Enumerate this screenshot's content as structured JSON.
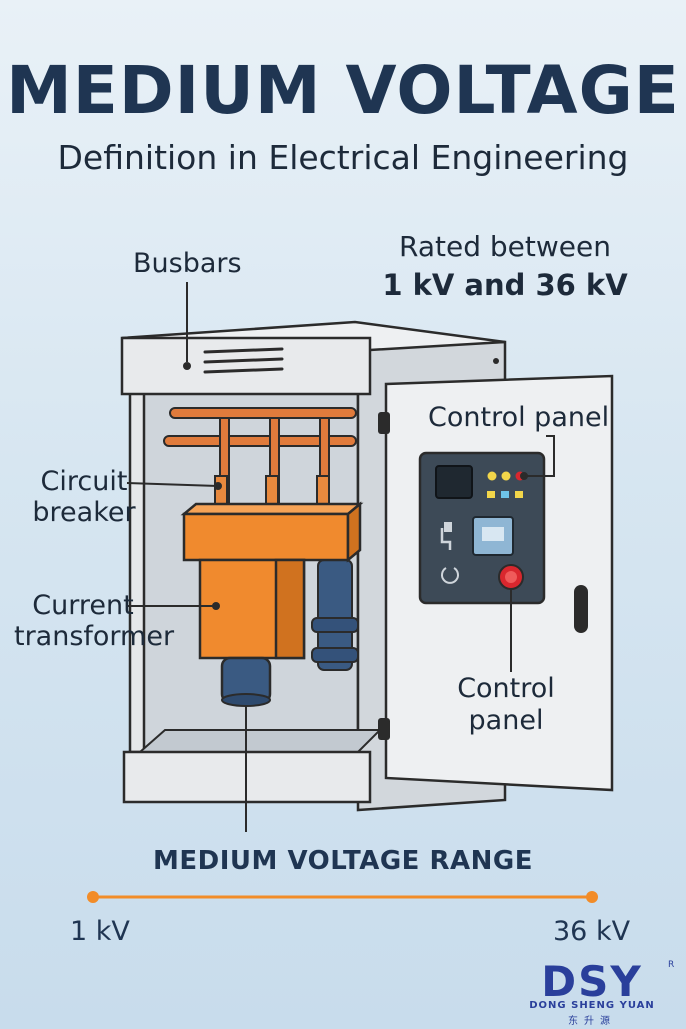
{
  "header": {
    "title": "MEDIUM VOLTAGE",
    "subtitle": "Definition in Electrical Engineering"
  },
  "labels": {
    "busbars": "Busbars",
    "rated_line1": "Rated between",
    "rated_line2": "1 kV and 36 kV",
    "circuit_breaker_line1": "Circuit",
    "circuit_breaker_line2": "breaker",
    "current_transformer_line1": "Current",
    "current_transformer_line2": "transformer",
    "control_panel_top": "Control panel",
    "control_panel_bottom_line1": "Control",
    "control_panel_bottom_line2": "panel"
  },
  "range": {
    "title": "MEDIUM VOLTAGE RANGE",
    "min_label": "1 kV",
    "max_label": "36 kV"
  },
  "logo": {
    "mark_left": "DSY",
    "name": "DONG SHENG YUAN",
    "chinese": "东升源",
    "reg": "R"
  },
  "colors": {
    "title": "#1f3552",
    "cabinet": "#e6e8ea",
    "copper": "#e07b3c",
    "breaker": "#f08a2e",
    "insulator": "#3a5a82",
    "range_line": "#f28c28",
    "logo_blue": "#2a3f9b",
    "logo_red": "#d9272e"
  }
}
